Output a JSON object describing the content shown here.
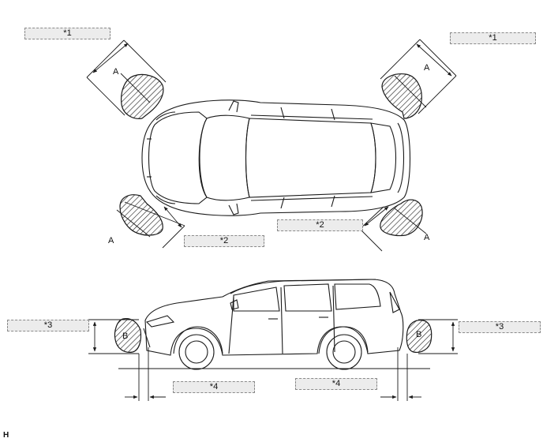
{
  "callouts": {
    "c1_left": "*1",
    "c1_right": "*1",
    "c2_left": "*2",
    "c2_right": "*2",
    "c3_left": "*3",
    "c3_right": "*3",
    "c4_left": "*4",
    "c4_right": "*4"
  },
  "markers": {
    "a_top_left": "A",
    "a_top_right": "A",
    "a_bottom_left": "A",
    "a_bottom_right": "A",
    "b_front": "B",
    "b_rear": "B"
  },
  "reference_code": "H",
  "colors": {
    "line": "#1a1a1a",
    "callout_fill": "#ececec",
    "callout_border": "#8a8a8a"
  }
}
